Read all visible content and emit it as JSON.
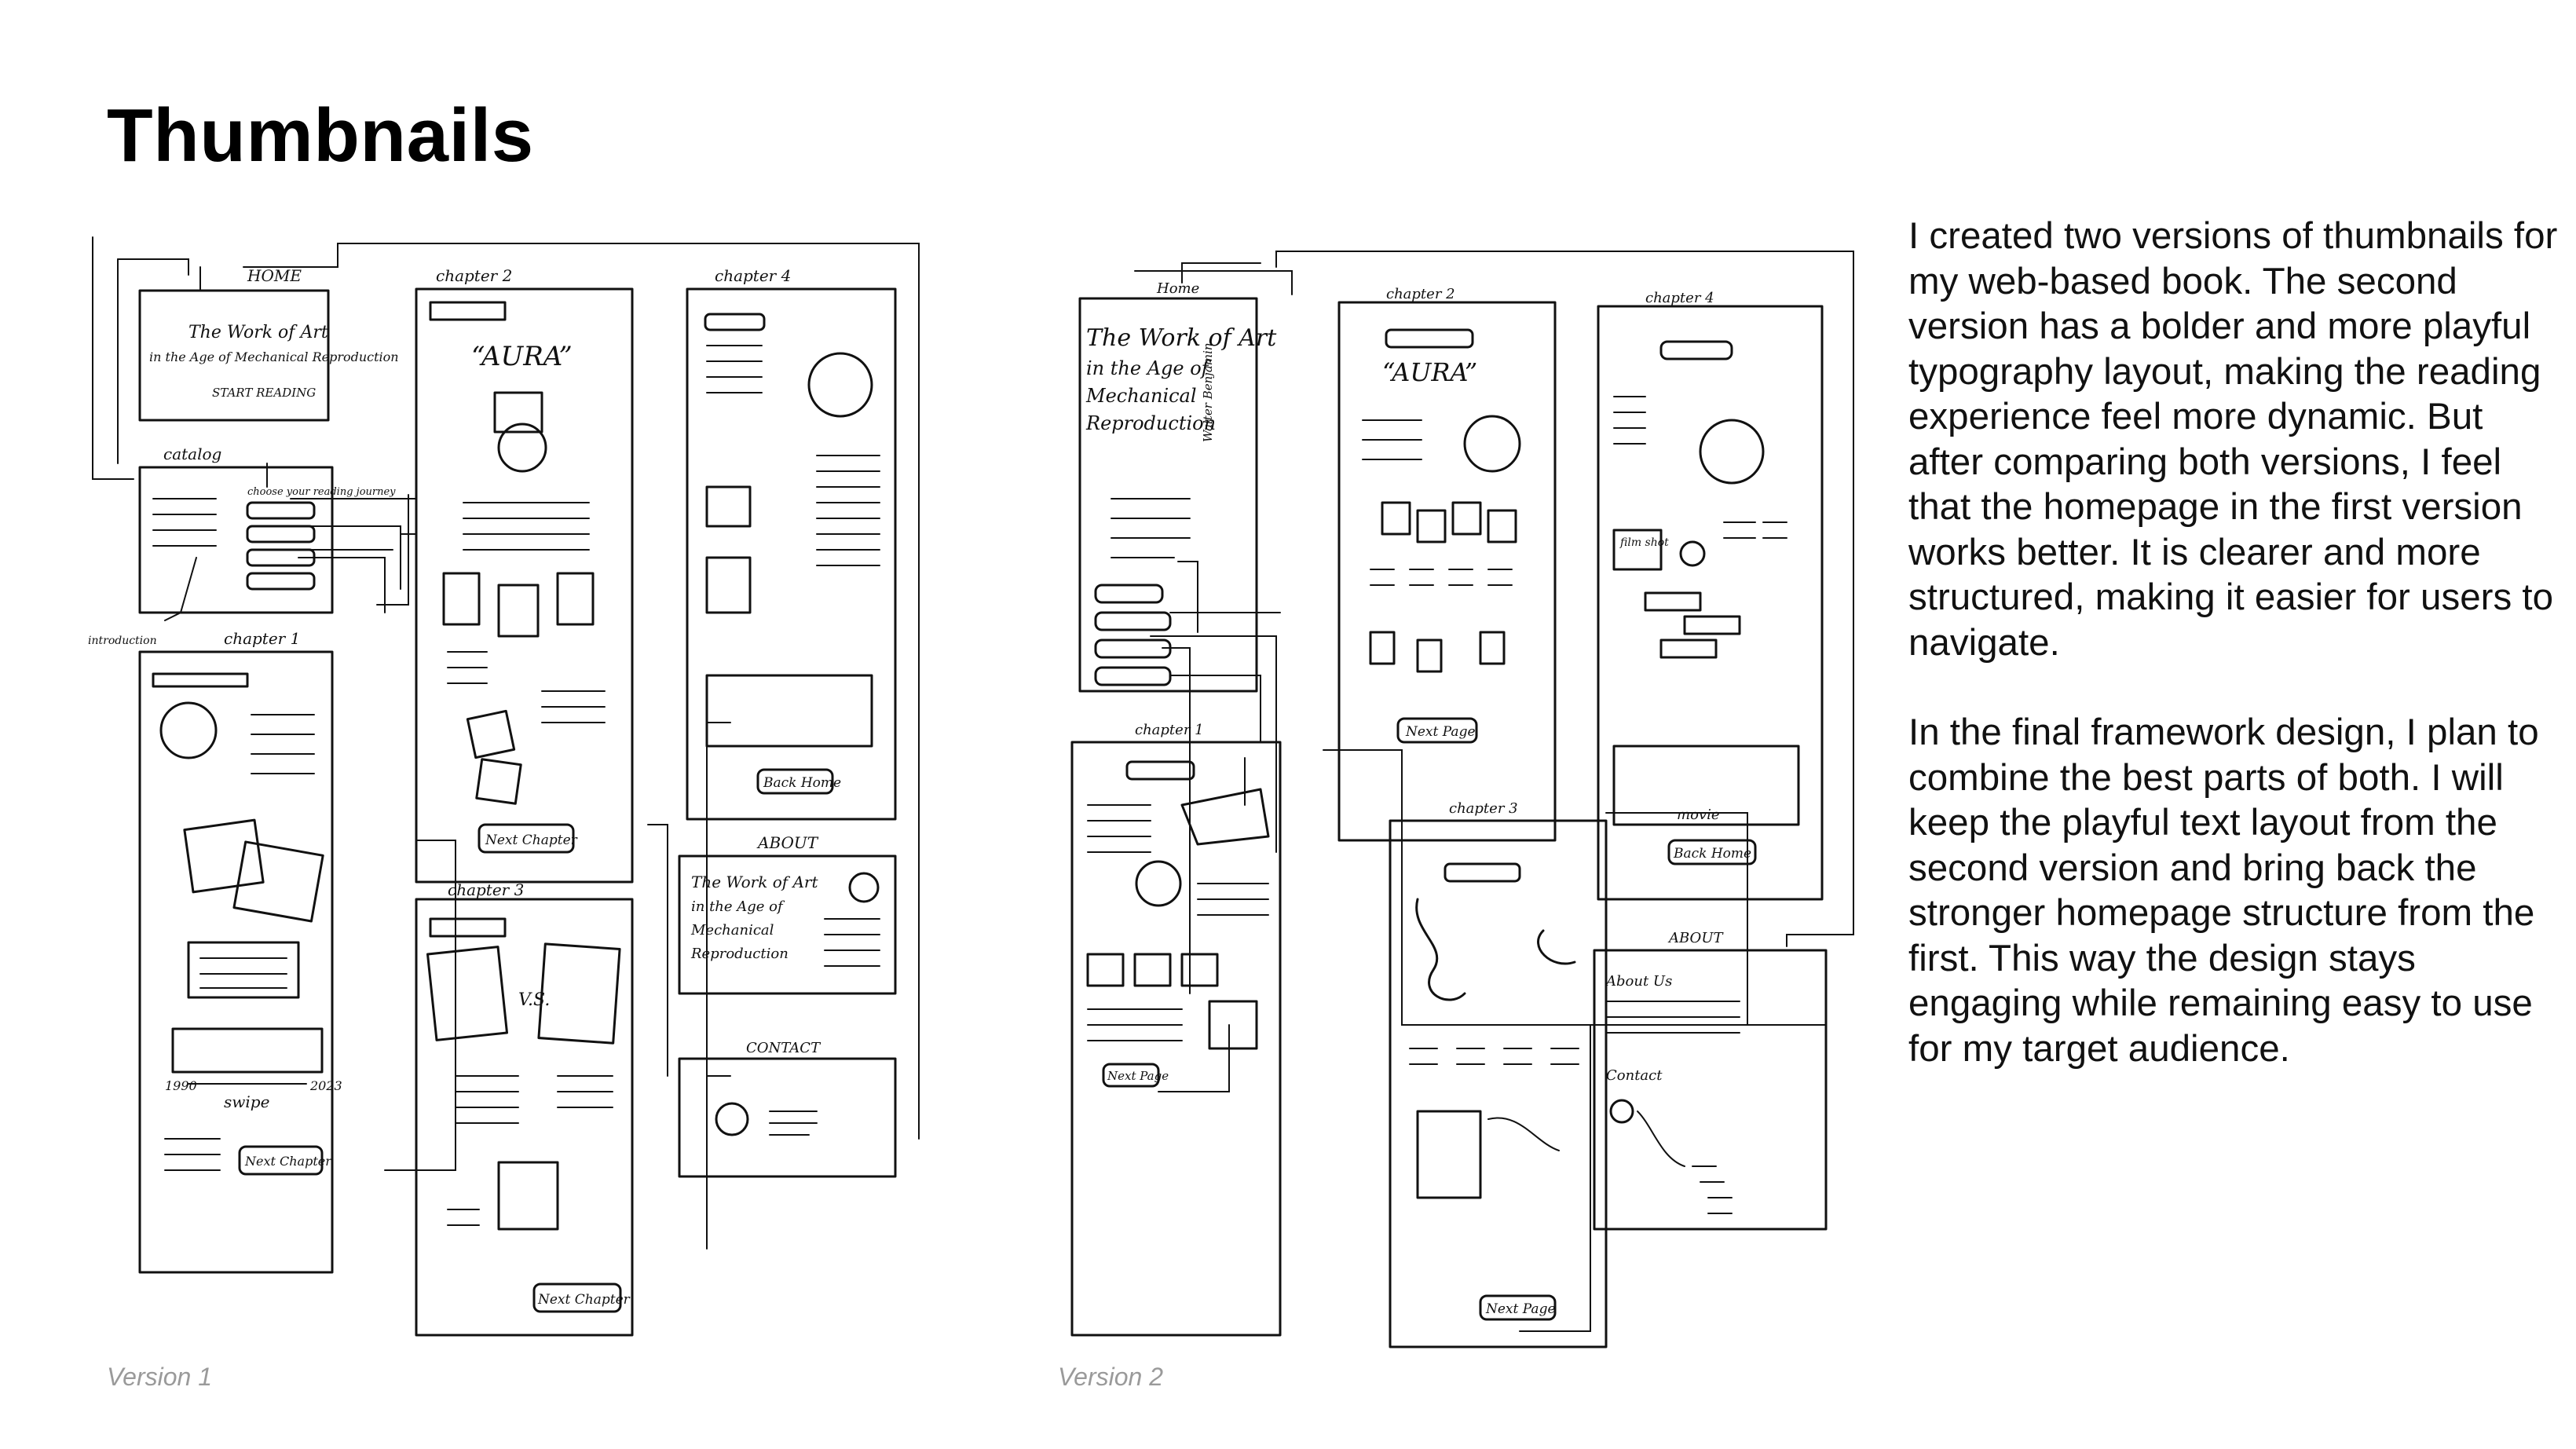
{
  "slide": {
    "title": "Thumbnails",
    "paragraphs": [
      "I created two versions of thumbnails for my web-based book. The second version has a bolder and more playful typography layout, making the reading experience feel more dynamic. But after comparing both versions, I feel that the homepage in the first version works better. It is clearer and more structured, making it easier for users to navigate.",
      "In the final framework design, I plan to combine the best parts of both. I will keep the playful text layout from the second version and bring back the stronger homepage structure from the first. This way the design stays engaging while remaining easy to use for my target audience."
    ]
  },
  "version1": {
    "caption": "Version 1",
    "labels": {
      "home": "HOME",
      "book_title_1": "The Work of Art",
      "book_title_2": "in the Age of Mechanical Reproduction",
      "start": "START READING",
      "catalog": "catalog",
      "choose": "choose your reading journey",
      "introduction": "introduction",
      "chapter1": "chapter 1",
      "chapter2": "chapter 2",
      "chapter3": "chapter 3",
      "chapter4": "chapter 4",
      "aura": "“AURA”",
      "vs": "V.S.",
      "swipe": "swipe",
      "year_start": "1990",
      "year_end": "2023",
      "next_chapter": "Next Chapter",
      "back_home": "Back Home",
      "about": "ABOUT",
      "about_line1": "The Work of Art",
      "about_line2": "in the Age of",
      "about_line3": "Mechanical",
      "about_line4": "Reproduction",
      "contact": "CONTACT"
    }
  },
  "version2": {
    "caption": "Version 2",
    "labels": {
      "home": "Home",
      "title_line1": "The Work of Art",
      "title_line2": "in the Age of",
      "title_line3": "Mechanical",
      "title_line4": "Reproduction",
      "author": "Walter Benjamin",
      "chapter1": "chapter 1",
      "chapter2": "chapter 2",
      "chapter3": "chapter 3",
      "chapter4": "chapter 4",
      "aura": "“AURA”",
      "next_page": "Next Page",
      "film_shot": "film shot",
      "movie": "movie",
      "back_home": "Back Home",
      "about": "ABOUT",
      "about_us": "About Us",
      "contact": "Contact"
    }
  }
}
